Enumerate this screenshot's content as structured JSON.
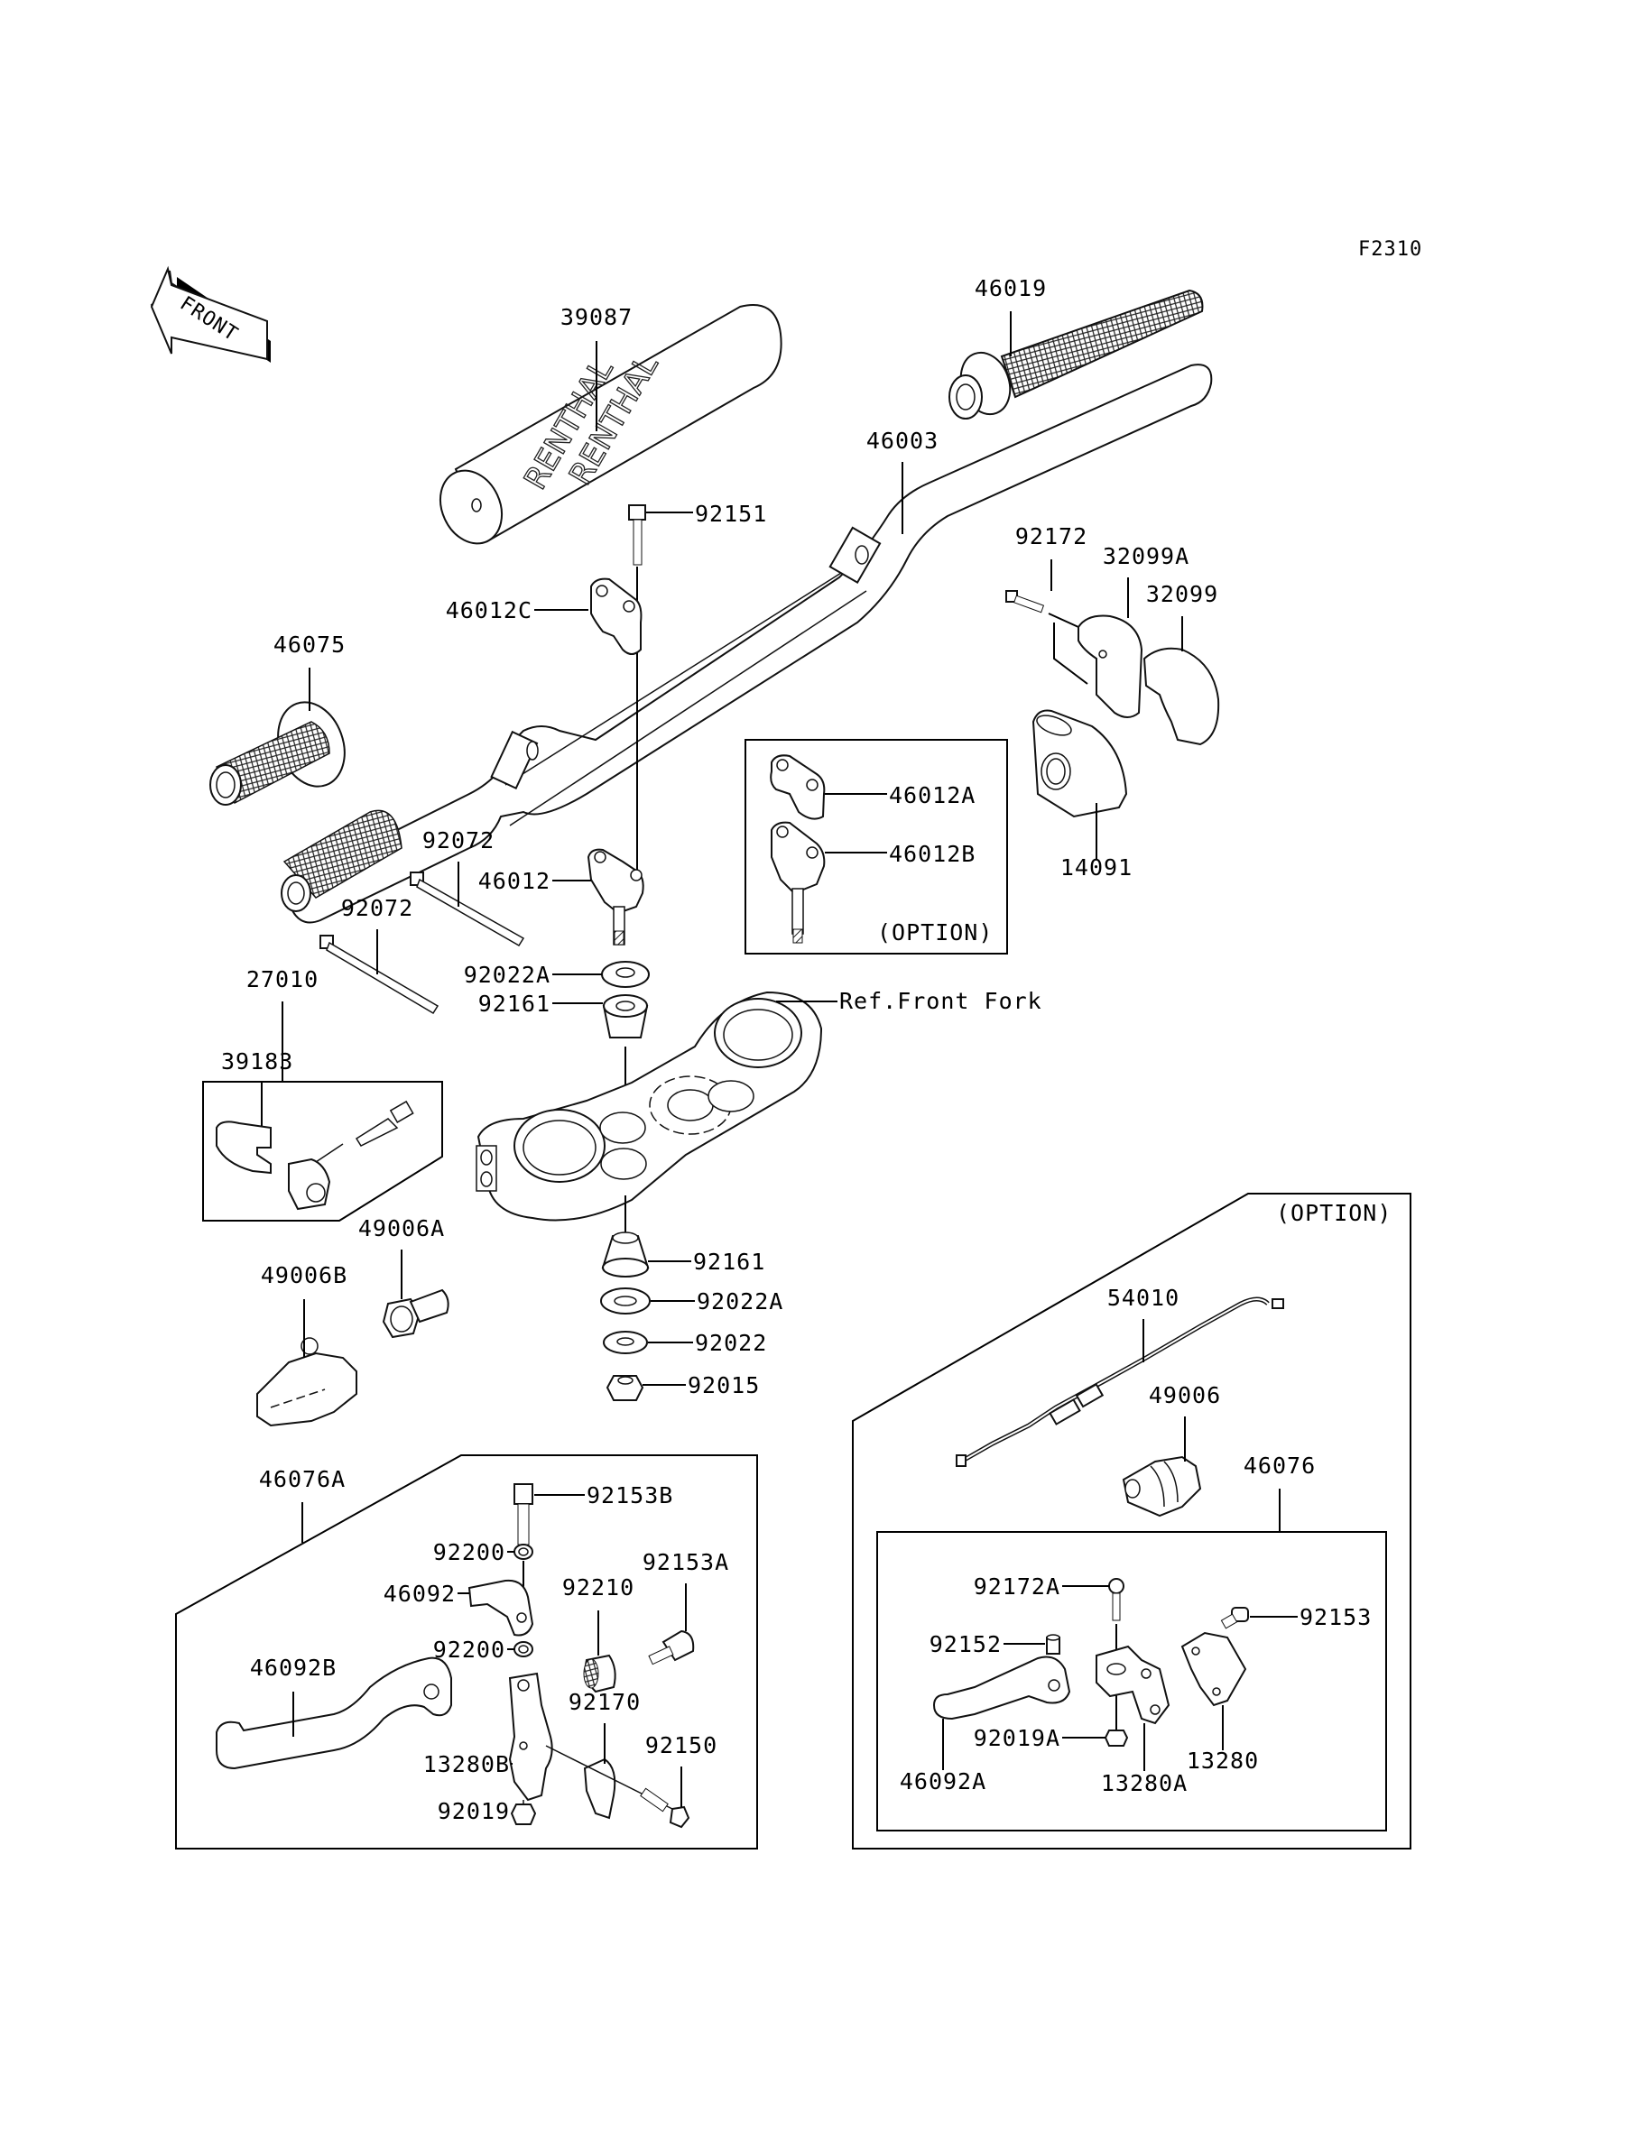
{
  "figure_id": "F2310",
  "front_arrow": {
    "label": "FRONT",
    "icon": "front-direction-arrow-icon"
  },
  "pad_brand_text": "RENTHAL",
  "option_label": "(OPTION)",
  "reference_label": "Ref.Front Fork",
  "parts": {
    "p39087": "39087",
    "p46019": "46019",
    "p46003": "46003",
    "p92151": "92151",
    "p92172": "92172",
    "p32099A": "32099A",
    "p32099": "32099",
    "p46012C": "46012C",
    "p46075": "46075",
    "p46012A": "46012A",
    "p46012B": "46012B",
    "p14091": "14091",
    "p92072_upper": "92072",
    "p46012": "46012",
    "p92072_lower": "92072",
    "p92022A_upper": "92022A",
    "p27010": "27010",
    "p92161_upper": "92161",
    "p39183": "39183",
    "p49006A": "49006A",
    "p92161_lower": "92161",
    "p49006B": "49006B",
    "p92022A_lower": "92022A",
    "p92022": "92022",
    "p92015": "92015",
    "p54010": "54010",
    "p49006": "49006",
    "p46076": "46076",
    "p46076A": "46076A",
    "p92153B": "92153B",
    "p92200_upper": "92200",
    "p92153A": "92153A",
    "p46092": "46092",
    "p92210": "92210",
    "p92200_lower": "92200",
    "p46092B": "46092B",
    "p92170": "92170",
    "p13280B": "13280B",
    "p92150": "92150",
    "p92019": "92019",
    "p92172A": "92172A",
    "p92153": "92153",
    "p92152": "92152",
    "p92019A": "92019A",
    "p46092A": "46092A",
    "p13280": "13280",
    "p13280A": "13280A"
  }
}
